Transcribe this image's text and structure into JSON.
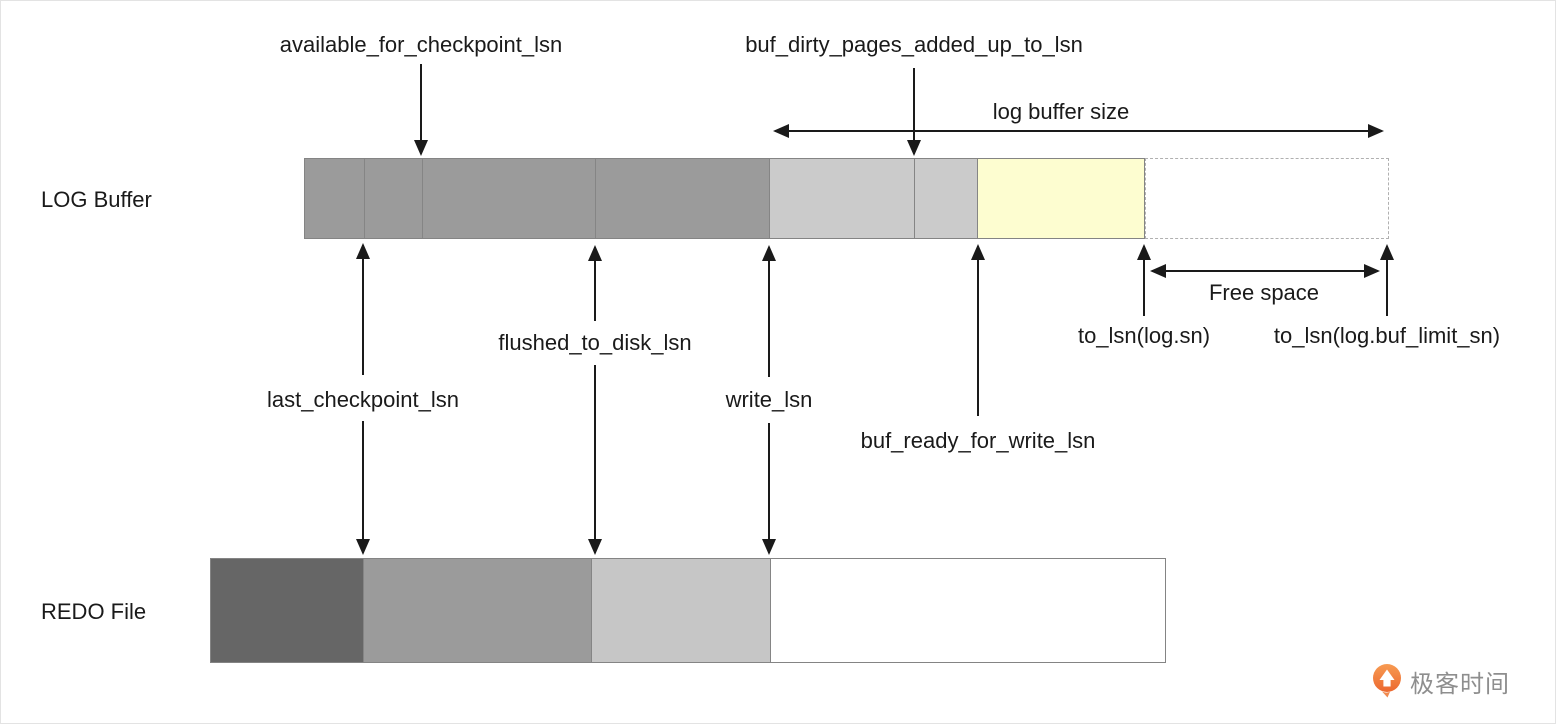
{
  "diagram": {
    "side_labels": {
      "log_buffer": "LOG Buffer",
      "redo_file": "REDO File"
    },
    "annotations": {
      "available_for_checkpoint_lsn": "available_for_checkpoint_lsn",
      "buf_dirty_pages_added_up_to_lsn": "buf_dirty_pages_added_up_to_lsn",
      "log_buffer_size": "log buffer size",
      "free_space": "Free space",
      "to_lsn_log_sn": "to_lsn(log.sn)",
      "to_lsn_log_buf_limit_sn": "to_lsn(log.buf_limit_sn)",
      "flushed_to_disk_lsn": "flushed_to_disk_lsn",
      "last_checkpoint_lsn": "last_checkpoint_lsn",
      "write_lsn": "write_lsn",
      "buf_ready_for_write_lsn": "buf_ready_for_write_lsn"
    },
    "colors": {
      "seg_dark": "#9b9b9b",
      "seg_light": "#cbcbcb",
      "seg_yellow": "#fdfdd0",
      "redo_dark": "#666666",
      "redo_mid": "#9b9b9b",
      "redo_light": "#c6c6c6",
      "bar_border": "#848484",
      "divider": "#858585",
      "dashed_border": "#b0b0b0",
      "arrow": "#1a1a1a",
      "text": "#1a1a1a",
      "brand_orange": "#ee7239",
      "brand_text": "#8e8e8e"
    },
    "brand": {
      "name": "极客时间"
    }
  }
}
